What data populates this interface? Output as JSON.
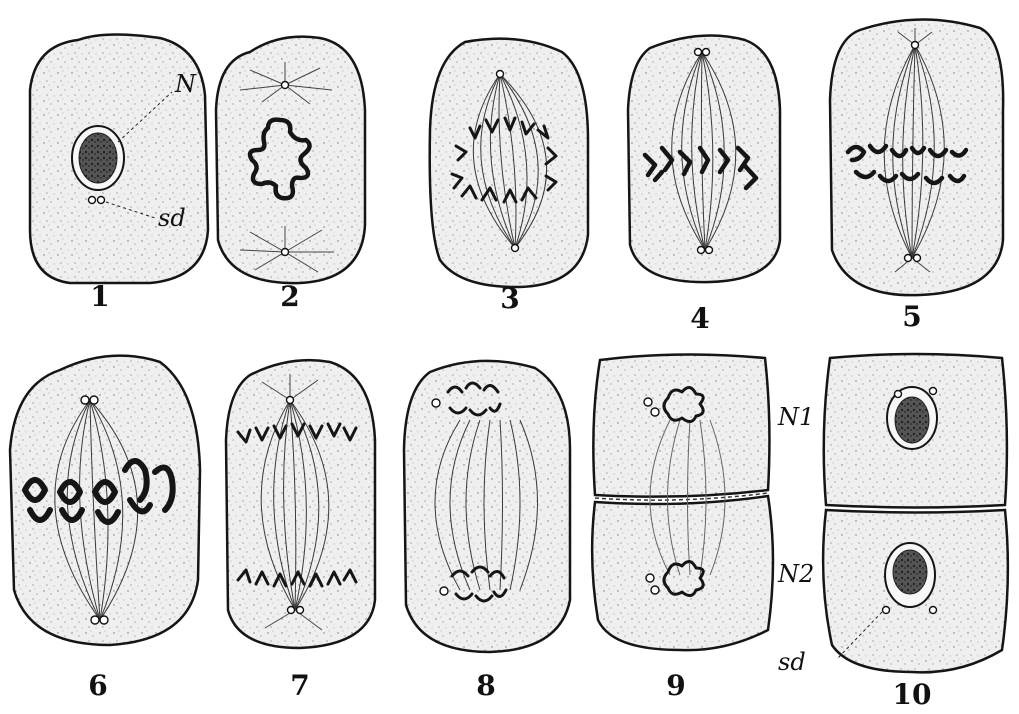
{
  "figure": {
    "stage_labels": [
      "1",
      "2",
      "3",
      "4",
      "5",
      "6",
      "7",
      "8",
      "9",
      "10"
    ],
    "annotations": {
      "nucleus": "N",
      "centrosome": "sd",
      "daughter_nucleus_1": "N1",
      "daughter_nucleus_2": "N2",
      "centrosome_stage10": "sd"
    }
  }
}
